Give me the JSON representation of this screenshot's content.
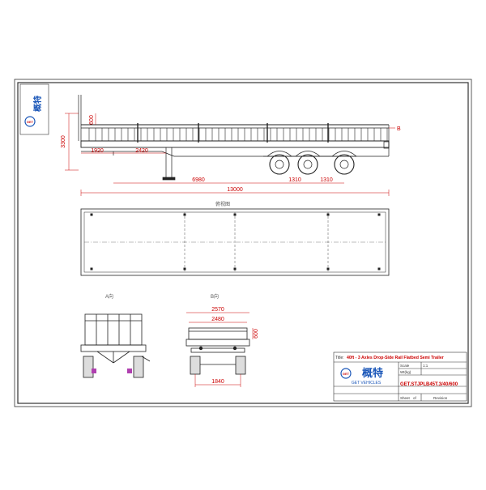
{
  "drawing": {
    "brand_cn": "概特",
    "brand_en": "GET VEHICLES",
    "side_view": {
      "height_total": "3300",
      "rail_height": "600",
      "kingpin_offset": "1920",
      "landing_leg": "2420",
      "wheelbase_to_axle": "6980",
      "axle_spacing_1": "1310",
      "axle_spacing_2": "1310",
      "overall_length": "13000",
      "side_mark": "B"
    },
    "top_view": {
      "label": "俯视图"
    },
    "front_view": {
      "label": "A向"
    },
    "rear_view": {
      "label": "B向",
      "width_outer": "2570",
      "width_inner": "2480",
      "rail_height": "600",
      "track": "1840"
    },
    "title_block": {
      "title_label": "Title:",
      "title": "40ft - 3 Axles Drop-Side Rail Flatbed Semi Trailer",
      "scale_label": "Scale",
      "scale_value": "1:1",
      "weight_label": "Wt(kg)",
      "weight_value": "",
      "company_cn": "概特",
      "company_en": "GET VEHICLES",
      "model": "GET.STJPLB45T.3/40/600",
      "sheet_label": "Sheet",
      "sheet_of": "of",
      "revision_label": "Revision"
    }
  },
  "colors": {
    "line": "#222222",
    "dimension": "#cc0000",
    "brand_blue": "#1a56b8",
    "brand_red": "#d01010"
  }
}
